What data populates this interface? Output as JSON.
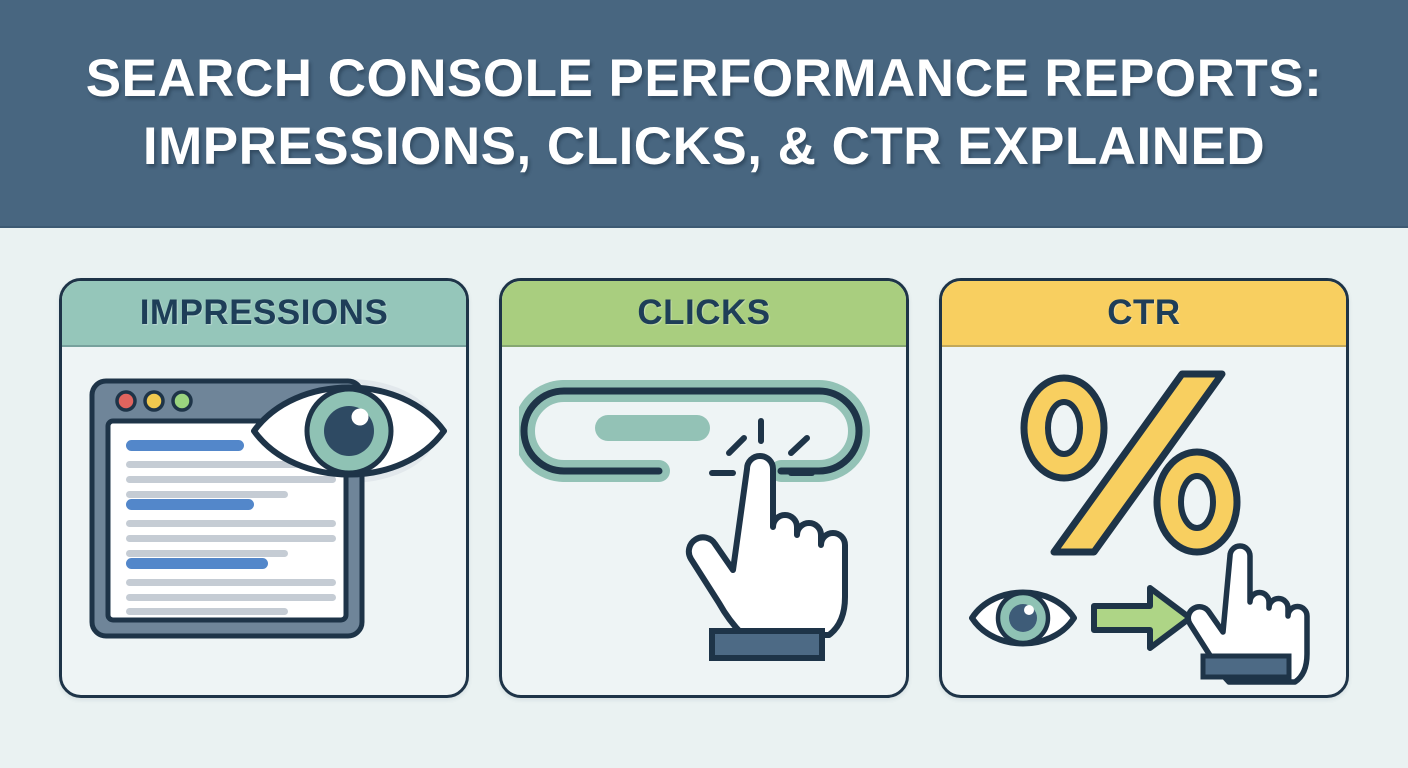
{
  "banner": {
    "title_line1": "SEARCH CONSOLE PERFORMANCE REPORTS:",
    "title_line2": "IMPRESSIONS, CLICKS, & CTR EXPLAINED",
    "background_color": "#486680",
    "text_color": "#ffffff"
  },
  "page": {
    "background_color": "#eaf2f2",
    "card_border_color": "#1e3448",
    "card_background_color": "#eef4f5"
  },
  "cards": [
    {
      "id": "impressions",
      "label": "IMPRESSIONS",
      "header_color": "#95c6ba",
      "label_color": "#1e3e58",
      "illustration": "browser-window-with-eye-icon",
      "icon_names": [
        "browser-window-icon",
        "traffic-light-dots",
        "search-result-lines",
        "eye-icon"
      ],
      "colors": {
        "titlebar": "#6f8599",
        "dot_red": "#e0645e",
        "dot_yellow": "#f0c94f",
        "dot_green": "#9ad47f",
        "result_title_line": "#5387ca",
        "result_text_line": "#c5ccd4",
        "eye_iris": "#8fc2b4",
        "eye_pupil": "#2e4a63"
      }
    },
    {
      "id": "clicks",
      "label": "CLICKS",
      "header_color": "#a9ce7f",
      "label_color": "#1e3e58",
      "illustration": "search-bar-with-pointing-hand",
      "icon_names": [
        "search-bar-icon",
        "pointing-hand-cursor-icon",
        "click-burst-lines"
      ],
      "colors": {
        "bar_fill": "#93c2b6",
        "bar_inner": "#93c2b6",
        "hand_fill": "#ffffff",
        "cuff": "#4d6a85",
        "outline": "#1e3448"
      }
    },
    {
      "id": "ctr",
      "label": "CTR",
      "header_color": "#f8cf60",
      "label_color": "#1e3e58",
      "illustration": "percent-symbol-with-eye-arrow-hand",
      "icon_names": [
        "percent-symbol-icon",
        "eye-icon",
        "right-arrow-icon",
        "pointing-hand-cursor-icon"
      ],
      "colors": {
        "percent_fill": "#f8cf60",
        "arrow_fill": "#aed586",
        "eye_iris": "#8fc2b4",
        "eye_pupil": "#3e5c78",
        "hand_fill": "#ffffff",
        "cuff": "#4d6a85",
        "outline": "#1e3448"
      }
    }
  ]
}
